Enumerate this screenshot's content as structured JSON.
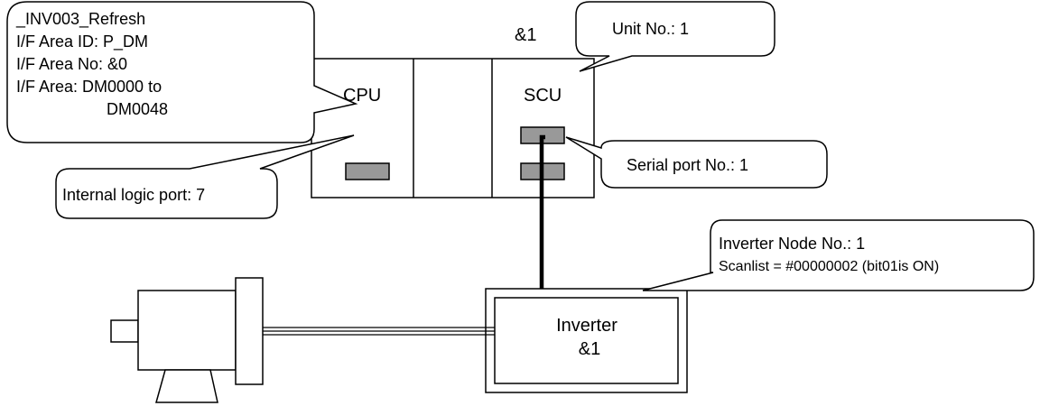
{
  "callouts": {
    "cpu_info": {
      "line1": "_INV003_Refresh",
      "line2": "I/F Area ID: P_DM",
      "line3": "I/F Area No: &0",
      "line4": "I/F Area: DM0000 to",
      "line5": "DM0048"
    },
    "internal_port": "Internal logic port: 7",
    "unit_no": "Unit No.: 1",
    "serial_port": "Serial port No.: 1",
    "inverter_node": {
      "line1": "Inverter Node No.: 1",
      "line2": "Scanlist = #00000002 (bit01is ON)"
    }
  },
  "plc": {
    "unit_ref": "&1",
    "cpu_label": "CPU",
    "scu_label": "SCU"
  },
  "inverter": {
    "label": "Inverter",
    "ref": "&1"
  },
  "colors": {
    "port_fill": "#999999",
    "stroke": "#000000",
    "background": "#ffffff"
  }
}
